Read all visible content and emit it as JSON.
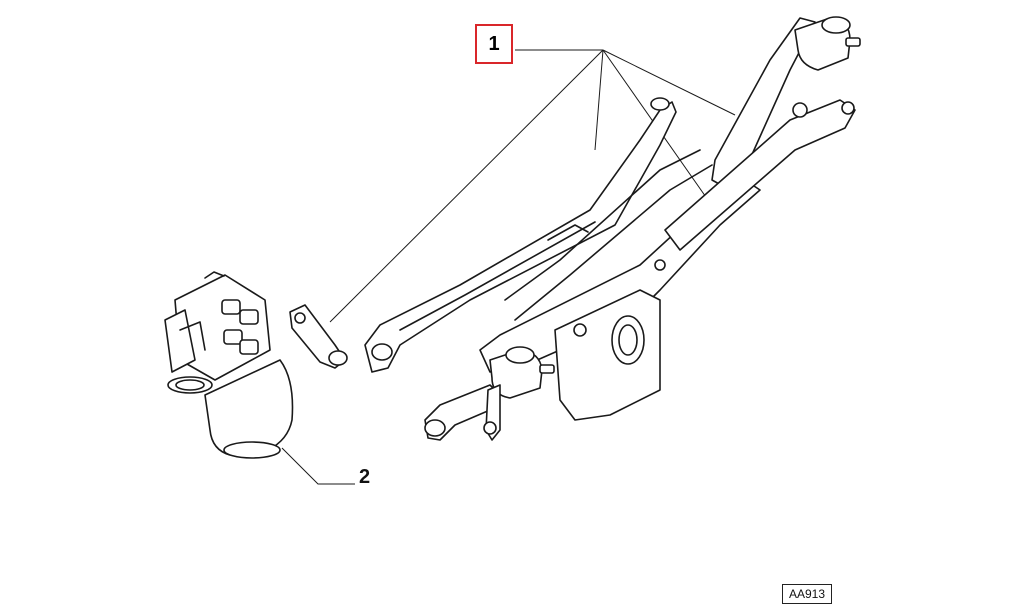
{
  "callouts": {
    "part_1": "1",
    "part_2": "2"
  },
  "reference_code": "AA913",
  "highlight_color": "#d9262a"
}
